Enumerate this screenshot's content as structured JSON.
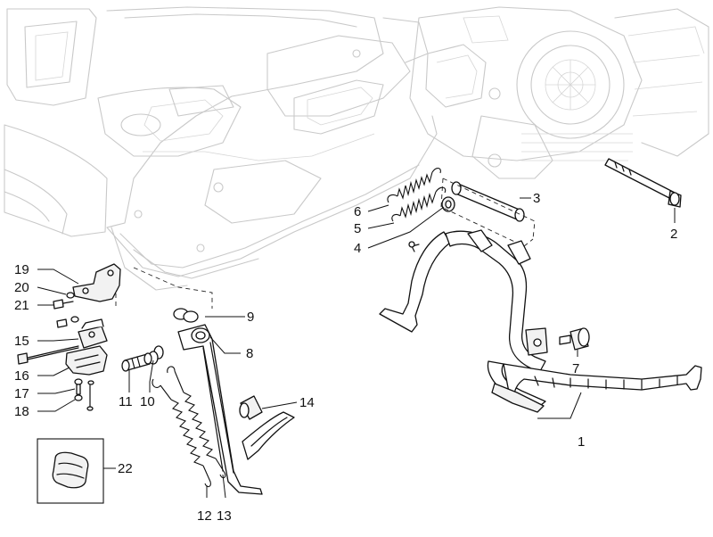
{
  "callouts": [
    {
      "id": "1",
      "label": "1"
    },
    {
      "id": "2",
      "label": "2"
    },
    {
      "id": "3",
      "label": "3"
    },
    {
      "id": "4",
      "label": "4"
    },
    {
      "id": "5",
      "label": "5"
    },
    {
      "id": "6",
      "label": "6"
    },
    {
      "id": "7",
      "label": "7"
    },
    {
      "id": "8",
      "label": "8"
    },
    {
      "id": "9",
      "label": "9"
    },
    {
      "id": "10",
      "label": "10"
    },
    {
      "id": "11",
      "label": "11"
    },
    {
      "id": "12",
      "label": "12"
    },
    {
      "id": "13",
      "label": "13"
    },
    {
      "id": "14",
      "label": "14"
    },
    {
      "id": "15",
      "label": "15"
    },
    {
      "id": "16",
      "label": "16"
    },
    {
      "id": "17",
      "label": "17"
    },
    {
      "id": "18",
      "label": "18"
    },
    {
      "id": "19",
      "label": "19"
    },
    {
      "id": "20",
      "label": "20"
    },
    {
      "id": "21",
      "label": "21"
    },
    {
      "id": "22",
      "label": "22"
    }
  ],
  "colors": {
    "outline": "#111111",
    "ghost": "#c9c9c9",
    "background": "#ffffff"
  }
}
